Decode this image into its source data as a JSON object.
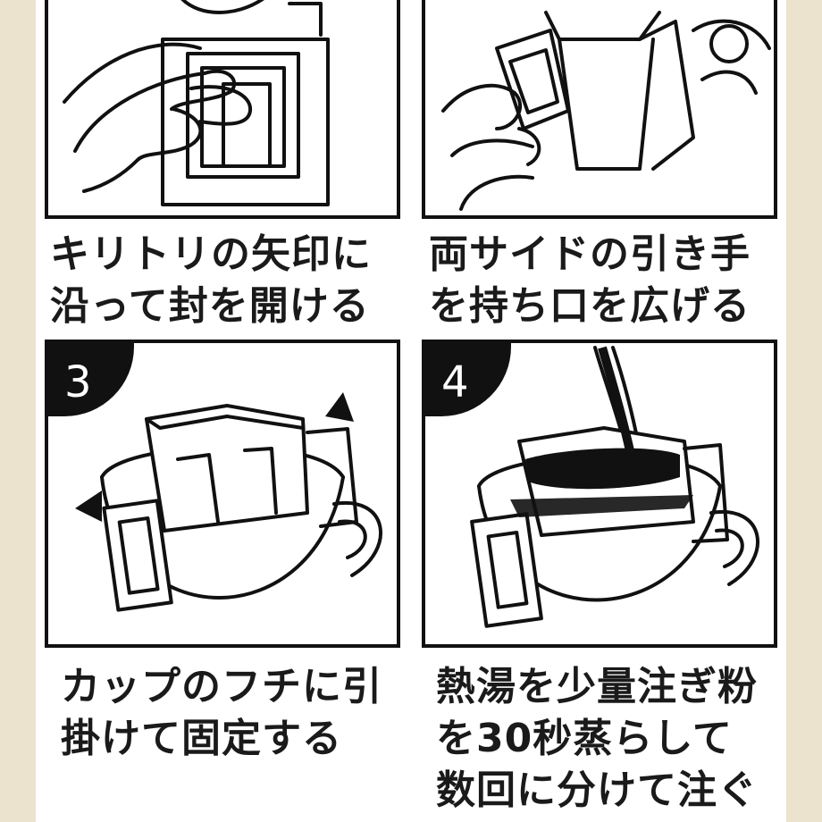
{
  "steps": [
    {
      "id": 1,
      "number": "",
      "caption": [
        "キリトリの矢印に",
        "沿って封を開ける"
      ]
    },
    {
      "id": 2,
      "number": "",
      "caption": [
        "両サイドの引き手",
        "を持ち口を広げる"
      ]
    },
    {
      "id": 3,
      "number": "3",
      "caption": [
        "カップのフチに引",
        "掛けて固定する"
      ]
    },
    {
      "id": 4,
      "number": "4",
      "caption": [
        "熱湯を少量注ぎ粉",
        "を30秒蒸らして",
        "数回に分けて注ぐ"
      ]
    }
  ],
  "colors": {
    "background": "#ece3cf",
    "ink": "#111111",
    "coffee": "#111111"
  }
}
